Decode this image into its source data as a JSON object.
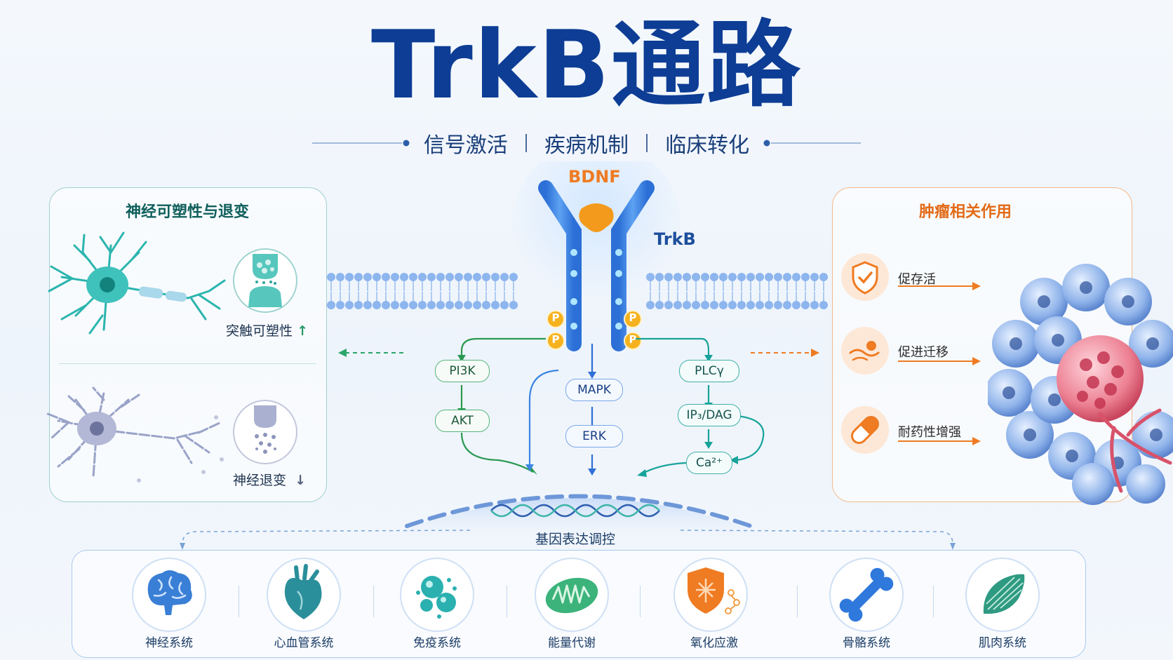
{
  "title": "TrkB通路",
  "subtitle": [
    "信号激活",
    "疾病机制",
    "临床转化"
  ],
  "left_panel": {
    "title": "神经可塑性与退变",
    "top_label": "突触可塑性",
    "bottom_label": "神经退变"
  },
  "receptor": {
    "ligand": "BDNF",
    "receptor_label": "TrkB",
    "phospho": "P"
  },
  "pathways": {
    "left": [
      "PI3K",
      "AKT"
    ],
    "middle": [
      "MAPK",
      "ERK"
    ],
    "right": [
      "PLCγ",
      "IP₃/DAG",
      "Ca²⁺"
    ]
  },
  "nucleus_label": "基因表达调控",
  "right_panel": {
    "title": "肿瘤相关作用",
    "items": [
      "促存活",
      "促进迁移",
      "耐药性增强"
    ]
  },
  "systems": [
    "神经系统",
    "心血管系统",
    "免疫系统",
    "能量代谢",
    "氧化应激",
    "骨骼系统",
    "肌肉系统"
  ],
  "colors": {
    "title": "#0d3d94",
    "teal": "#1fa39b",
    "orange": "#ef7b22",
    "green": "#3aa55c",
    "blue": "#3a7bd5"
  }
}
